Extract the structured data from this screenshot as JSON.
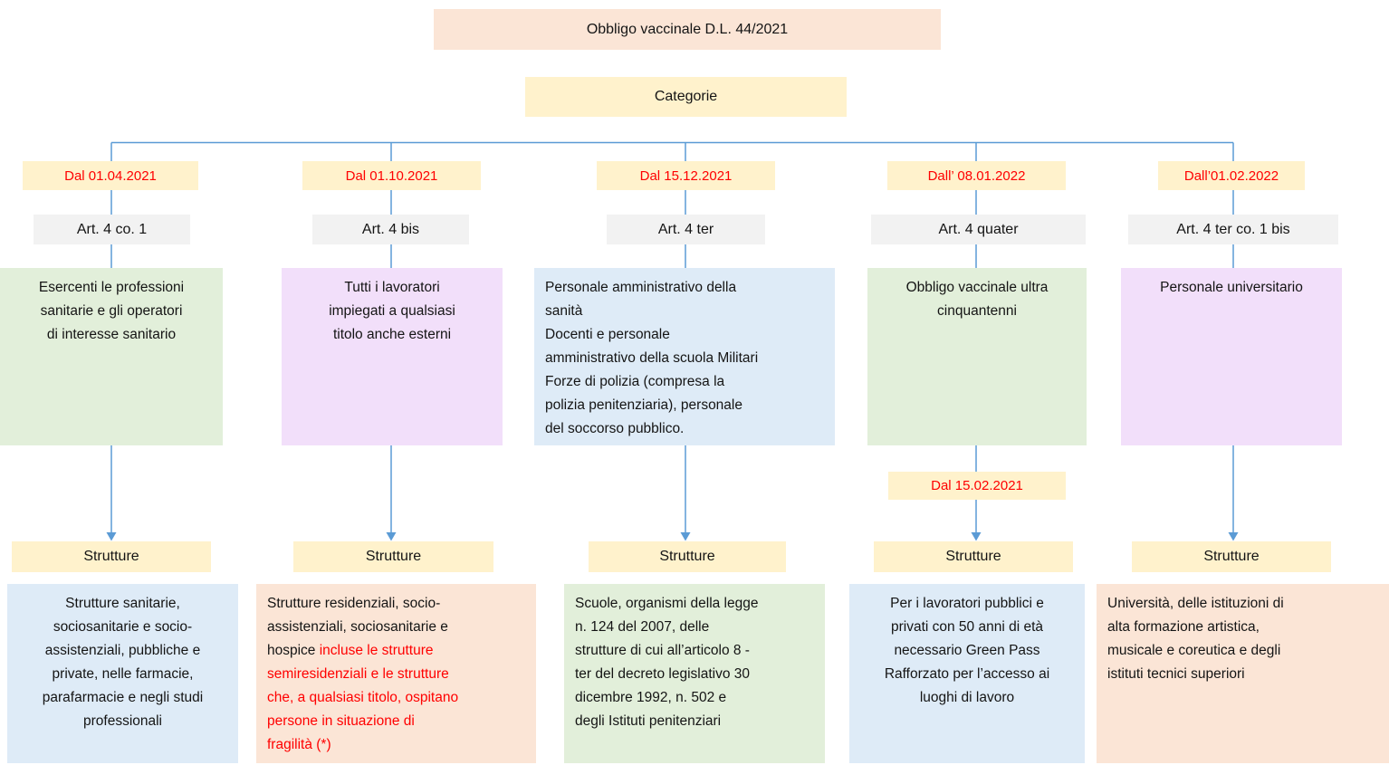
{
  "diagram": {
    "title": "Obbligo vaccinale D.L. 44/2021",
    "categories_label": "Categorie",
    "structures_label": "Strutture",
    "colors": {
      "title_bg": "#FBE5D6",
      "gold_bg": "#FFF2CC",
      "article_bg": "#F2F2F2",
      "green_bg": "#E2EFDA",
      "purple_bg": "#F2DFFA",
      "blue_bg": "#DEEBF7",
      "peach_bg": "#FBE5D6",
      "connector_line": "#5B9BD5",
      "highlight_text": "#FF0000"
    },
    "columns": [
      {
        "date": "Dal 01.04.2021",
        "article": "Art. 4 co. 1",
        "category": {
          "text": "Esercenti le professioni\nsanitarie e gli operatori\ndi interesse sanitario",
          "bg": "#E2EFDA",
          "align": "center"
        },
        "extra_date": null,
        "structures": {
          "segments": [
            {
              "text": "Strutture sanitarie,\nsociosanitarie e socio-\nassistenziali, pubbliche e\nprivate, nelle farmacie,\nparafarmacie e negli studi\nprofessionali",
              "color": "default"
            }
          ],
          "bg": "#DEEBF7",
          "align": "center"
        }
      },
      {
        "date": "Dal 01.10.2021",
        "article": "Art. 4 bis",
        "category": {
          "text": "Tutti i lavoratori\nimpiegati a qualsiasi\ntitolo anche esterni",
          "bg": "#F2DFFA",
          "align": "center"
        },
        "extra_date": null,
        "structures": {
          "segments": [
            {
              "text": "Strutture residenziali, socio-\nassistenziali, sociosanitarie e\nhospice ",
              "color": "default"
            },
            {
              "text": "incluse le strutture\nsemiresidenziali e le strutture\nche, a qualsiasi titolo, ospitano\npersone in situazione di\nfragilità (*)",
              "color": "red"
            }
          ],
          "bg": "#FBE5D6",
          "align": "left"
        }
      },
      {
        "date": "Dal 15.12.2021",
        "article": "Art. 4 ter",
        "category": {
          "text": "Personale amministrativo della\nsanità\nDocenti e personale\namministrativo della scuola Militari\nForze di polizia (compresa la\npolizia penitenziaria), personale\ndel soccorso pubblico.",
          "bg": "#DEEBF7",
          "align": "left"
        },
        "extra_date": null,
        "structures": {
          "segments": [
            {
              "text": "Scuole, organismi della legge\nn. 124 del 2007, delle\nstrutture di cui all’articolo 8 -\nter del decreto legislativo 30\ndicembre 1992, n. 502 e\ndegli Istituti penitenziari",
              "color": "default"
            }
          ],
          "bg": "#E2EFDA",
          "align": "left"
        }
      },
      {
        "date": "Dall’ 08.01.2022",
        "article": "Art. 4 quater",
        "category": {
          "text": "Obbligo vaccinale ultra\ncinquantenni",
          "bg": "#E2EFDA",
          "align": "center"
        },
        "extra_date": "Dal 15.02.2021",
        "structures": {
          "segments": [
            {
              "text": "Per i lavoratori pubblici e\nprivati con 50 anni di età\nnecessario Green Pass\nRafforzato per l’accesso ai\nluoghi di lavoro",
              "color": "default"
            }
          ],
          "bg": "#DEEBF7",
          "align": "center"
        }
      },
      {
        "date": "Dall’01.02.2022",
        "article": "Art. 4 ter co. 1 bis",
        "category": {
          "text": "Personale universitario",
          "bg": "#F2DFFA",
          "align": "center"
        },
        "extra_date": null,
        "structures": {
          "segments": [
            {
              "text": "Università, delle istituzioni di\nalta formazione artistica,\nmusicale e coreutica e degli\nistituti tecnici superiori",
              "color": "default"
            }
          ],
          "bg": "#FBE5D6",
          "align": "left"
        }
      }
    ]
  }
}
